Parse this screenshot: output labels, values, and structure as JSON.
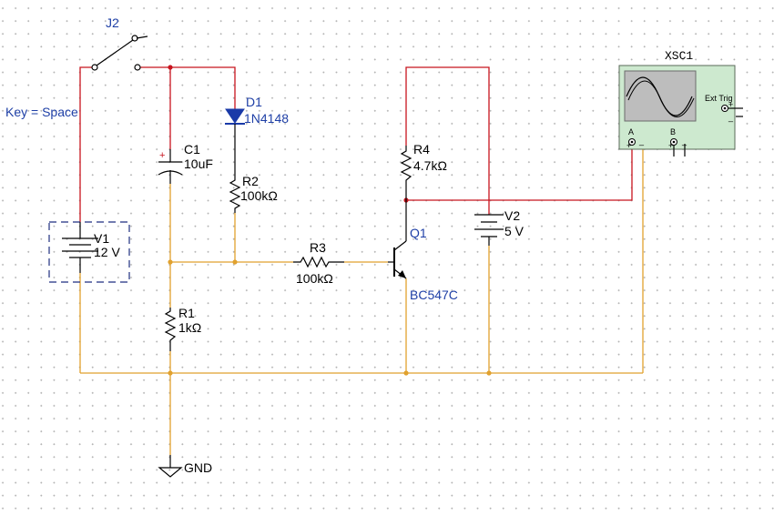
{
  "components": {
    "switch": {
      "ref": "J2",
      "key": "Key = Space"
    },
    "v1": {
      "ref": "V1",
      "value": "12 V"
    },
    "c1": {
      "ref": "C1",
      "value": "10uF",
      "polarity": "+"
    },
    "d1": {
      "ref": "D1",
      "value": "1N4148"
    },
    "r2": {
      "ref": "R2",
      "value": "100kΩ"
    },
    "r1": {
      "ref": "R1",
      "value": "1kΩ"
    },
    "r3": {
      "ref": "R3",
      "value": "100kΩ"
    },
    "r4": {
      "ref": "R4",
      "value": "4.7kΩ"
    },
    "q1": {
      "ref": "Q1",
      "value": "BC547C"
    },
    "v2": {
      "ref": "V2",
      "value": "5 V"
    },
    "gnd": {
      "label": "GND"
    },
    "scope": {
      "ref": "XSC1",
      "ext_trig": "Ext Trig",
      "channel_a": "A",
      "channel_b": "B",
      "plus": "+",
      "minus": "_"
    }
  },
  "colors": {
    "wire_supply": "#c8141e",
    "wire_ground": "#e1a12e",
    "label_ref": "#1e3fa6",
    "scope_body": "#cde9cf",
    "scope_screen": "#bdbdbd",
    "diode_fill": "#1a3aa8"
  }
}
